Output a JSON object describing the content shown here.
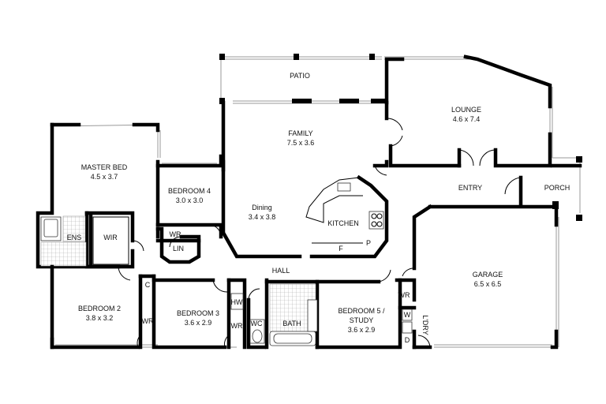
{
  "rooms": [
    {
      "key": "patio",
      "name": "PATIO",
      "dims": ""
    },
    {
      "key": "lounge",
      "name": "LOUNGE",
      "dims": "4.6 x 7.4"
    },
    {
      "key": "family",
      "name": "FAMILY",
      "dims": "7.5 x 3.6"
    },
    {
      "key": "master",
      "name": "MASTER BED",
      "dims": "4.5 x 3.7"
    },
    {
      "key": "bed4",
      "name": "BEDROOM 4",
      "dims": "3.0 x 3.0"
    },
    {
      "key": "dining",
      "name": "Dining",
      "dims": "3.4 x 3.8"
    },
    {
      "key": "kitchen",
      "name": "KITCHEN",
      "dims": ""
    },
    {
      "key": "entry",
      "name": "ENTRY",
      "dims": ""
    },
    {
      "key": "porch",
      "name": "PORCH",
      "dims": ""
    },
    {
      "key": "garage",
      "name": "GARAGE",
      "dims": "6.5 x 6.5"
    },
    {
      "key": "hall",
      "name": "HALL",
      "dims": ""
    },
    {
      "key": "bed2",
      "name": "BEDROOM 2",
      "dims": "3.8 x 3.2"
    },
    {
      "key": "bed3",
      "name": "BEDROOM 3",
      "dims": "3.6 x 2.9"
    },
    {
      "key": "bed5a",
      "name": "BEDROOM 5 /",
      "dims": ""
    },
    {
      "key": "bed5b",
      "name": "STUDY",
      "dims": "3.6 x 2.9"
    }
  ],
  "small_labels": {
    "ens": "ENS",
    "wir": "WIR",
    "wr_bed4": "WR",
    "lin": "LIN",
    "c": "C",
    "wr_bed2": "WR",
    "wr_bed3": "WR",
    "hw": "HW",
    "wc": "WC",
    "bath": "BATH",
    "wr_ldry": "WR",
    "w": "W",
    "d": "D",
    "ldry": "L'DRY",
    "f": "F",
    "p": "P"
  }
}
